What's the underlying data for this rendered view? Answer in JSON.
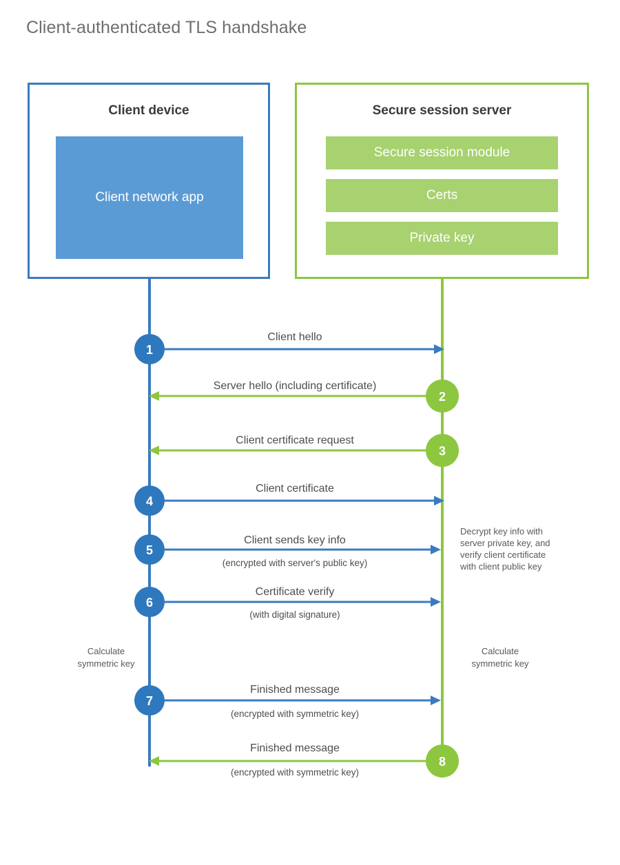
{
  "title": "Client-authenticated TLS handshake",
  "colors": {
    "client_blue": "#3a7bbf",
    "client_app_fill": "#5b9bd5",
    "server_green": "#8dc63f",
    "server_module_fill": "#a8d170",
    "text_gray": "#4d4d4d",
    "title_gray": "#6d6e71"
  },
  "client": {
    "title": "Client device",
    "app_label": "Client network app"
  },
  "server": {
    "title": "Secure session server",
    "modules": [
      {
        "label": "Secure session module"
      },
      {
        "label": "Certs"
      },
      {
        "label": "Private key"
      }
    ]
  },
  "notes": {
    "server_decrypt": "Decrypt key info with server private key, and verify client certificate with client public key",
    "client_calculate": "Calculate symmetric key",
    "server_calculate": "Calculate symmetric key"
  },
  "steps": [
    {
      "number": "1",
      "label": "Client hello",
      "sublabel": "",
      "direction": "client-to-server",
      "color": "#3a7bbf"
    },
    {
      "number": "2",
      "label": "Server hello (including certificate)",
      "sublabel": "",
      "direction": "server-to-client",
      "color": "#8dc63f"
    },
    {
      "number": "3",
      "label": "Client certificate request",
      "sublabel": "",
      "direction": "server-to-client",
      "color": "#8dc63f"
    },
    {
      "number": "4",
      "label": "Client certificate",
      "sublabel": "",
      "direction": "client-to-server",
      "color": "#3a7bbf"
    },
    {
      "number": "5",
      "label": "Client sends key info",
      "sublabel": "(encrypted with server's public key)",
      "direction": "client-to-server",
      "color": "#3a7bbf"
    },
    {
      "number": "6",
      "label": "Certificate verify",
      "sublabel": "(with digital signature)",
      "direction": "client-to-server",
      "color": "#3a7bbf"
    },
    {
      "number": "7",
      "label": "Finished message",
      "sublabel": "(encrypted with symmetric key)",
      "direction": "client-to-server",
      "color": "#3a7bbf"
    },
    {
      "number": "8",
      "label": "Finished message",
      "sublabel": "(encrypted with symmetric key)",
      "direction": "server-to-client",
      "color": "#8dc63f"
    }
  ]
}
